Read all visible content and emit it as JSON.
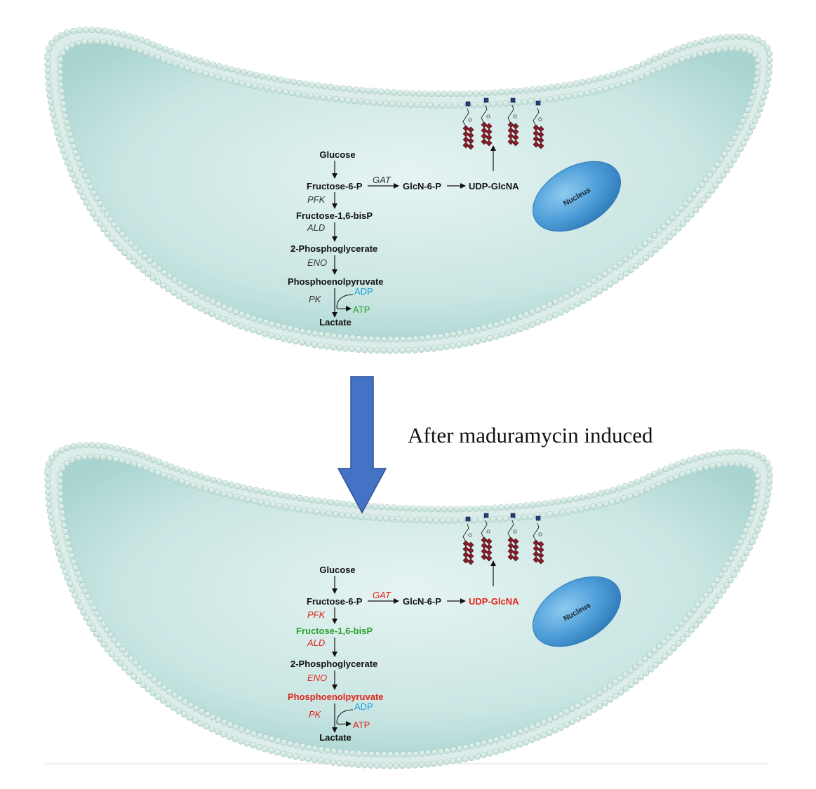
{
  "caption": "After maduramycin induced",
  "colors": {
    "cytoplasm": "#c3e3e0",
    "membrane_head": "#cfe7e2",
    "arrow_blue": "#4472c4",
    "nucleus": "#4a9bd6",
    "increased": "#e2231a",
    "decreased": "#2aa12a",
    "adp": "#1aa0d6",
    "atp": "#2aa12a",
    "default_text": "#111111",
    "enzyme_text": "#333333"
  },
  "panels": [
    {
      "id": "before",
      "nucleus_label": "Nucleus",
      "metabolites": {
        "glucose": {
          "text": "Glucose",
          "color": "#111111"
        },
        "f6p": {
          "text": "Fructose-6-P",
          "color": "#111111"
        },
        "f16bp": {
          "text": "Fructose-1,6-bisP",
          "color": "#111111"
        },
        "pg2": {
          "text": "2-Phosphoglycerate",
          "color": "#111111"
        },
        "pep": {
          "text": "Phosphoenolpyruvate",
          "color": "#111111"
        },
        "lactate": {
          "text": "Lactate",
          "color": "#111111"
        },
        "glcn6p": {
          "text": "GlcN-6-P",
          "color": "#111111"
        },
        "udp": {
          "text": "UDP-GlcNA",
          "color": "#111111"
        }
      },
      "enzymes": {
        "gat": {
          "text": "GAT",
          "color": "#333333"
        },
        "pfk": {
          "text": "PFK",
          "color": "#333333"
        },
        "ald": {
          "text": "ALD",
          "color": "#333333"
        },
        "eno": {
          "text": "ENO",
          "color": "#333333"
        },
        "pk": {
          "text": "PK",
          "color": "#333333"
        }
      },
      "cofactors": {
        "adp": {
          "text": "ADP",
          "color": "#1aa0d6"
        },
        "atp": {
          "text": "ATP",
          "color": "#2aa12a"
        }
      }
    },
    {
      "id": "after",
      "nucleus_label": "Nucleus",
      "metabolites": {
        "glucose": {
          "text": "Glucose",
          "color": "#111111"
        },
        "f6p": {
          "text": "Fructose-6-P",
          "color": "#111111"
        },
        "f16bp": {
          "text": "Fructose-1,6-bisP",
          "color": "#2aa12a"
        },
        "pg2": {
          "text": "2-Phosphoglycerate",
          "color": "#111111"
        },
        "pep": {
          "text": "Phosphoenolpyruvate",
          "color": "#e2231a"
        },
        "lactate": {
          "text": "Lactate",
          "color": "#111111"
        },
        "glcn6p": {
          "text": "GlcN-6-P",
          "color": "#111111"
        },
        "udp": {
          "text": "UDP-GlcNA",
          "color": "#e2231a"
        }
      },
      "enzymes": {
        "gat": {
          "text": "GAT",
          "color": "#e2231a"
        },
        "pfk": {
          "text": "PFK",
          "color": "#e2231a"
        },
        "ald": {
          "text": "ALD",
          "color": "#e2231a"
        },
        "eno": {
          "text": "ENO",
          "color": "#e2231a"
        },
        "pk": {
          "text": "PK",
          "color": "#e2231a"
        }
      },
      "cofactors": {
        "adp": {
          "text": "ADP",
          "color": "#1aa0d6"
        },
        "atp": {
          "text": "ATP",
          "color": "#e2231a"
        }
      }
    }
  ]
}
